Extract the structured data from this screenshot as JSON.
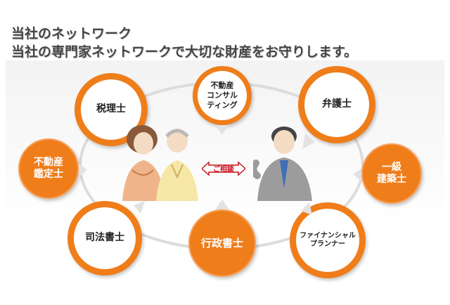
{
  "header": {
    "title": "当社のネットワーク",
    "subtitle": "当社の専門家ネットワークで大切な財産をお守りします。"
  },
  "network": {
    "center_label": "ご相談",
    "nodes": [
      {
        "id": "top",
        "label": "不動産\nコンサル\nティング"
      },
      {
        "id": "tl",
        "label": "税理士"
      },
      {
        "id": "tr",
        "label": "弁護士"
      },
      {
        "id": "l",
        "label": "不動産\n鑑定士"
      },
      {
        "id": "r",
        "label": "一級\n建築士"
      },
      {
        "id": "bl",
        "label": "司法書士"
      },
      {
        "id": "b",
        "label": "行政書士"
      },
      {
        "id": "br",
        "label": "ファイナンシャル\nプランナー"
      }
    ]
  },
  "colors": {
    "accent": "#ef7d1a",
    "consult_red": "#c8131b",
    "ring_gray": "#dcdcdc"
  }
}
